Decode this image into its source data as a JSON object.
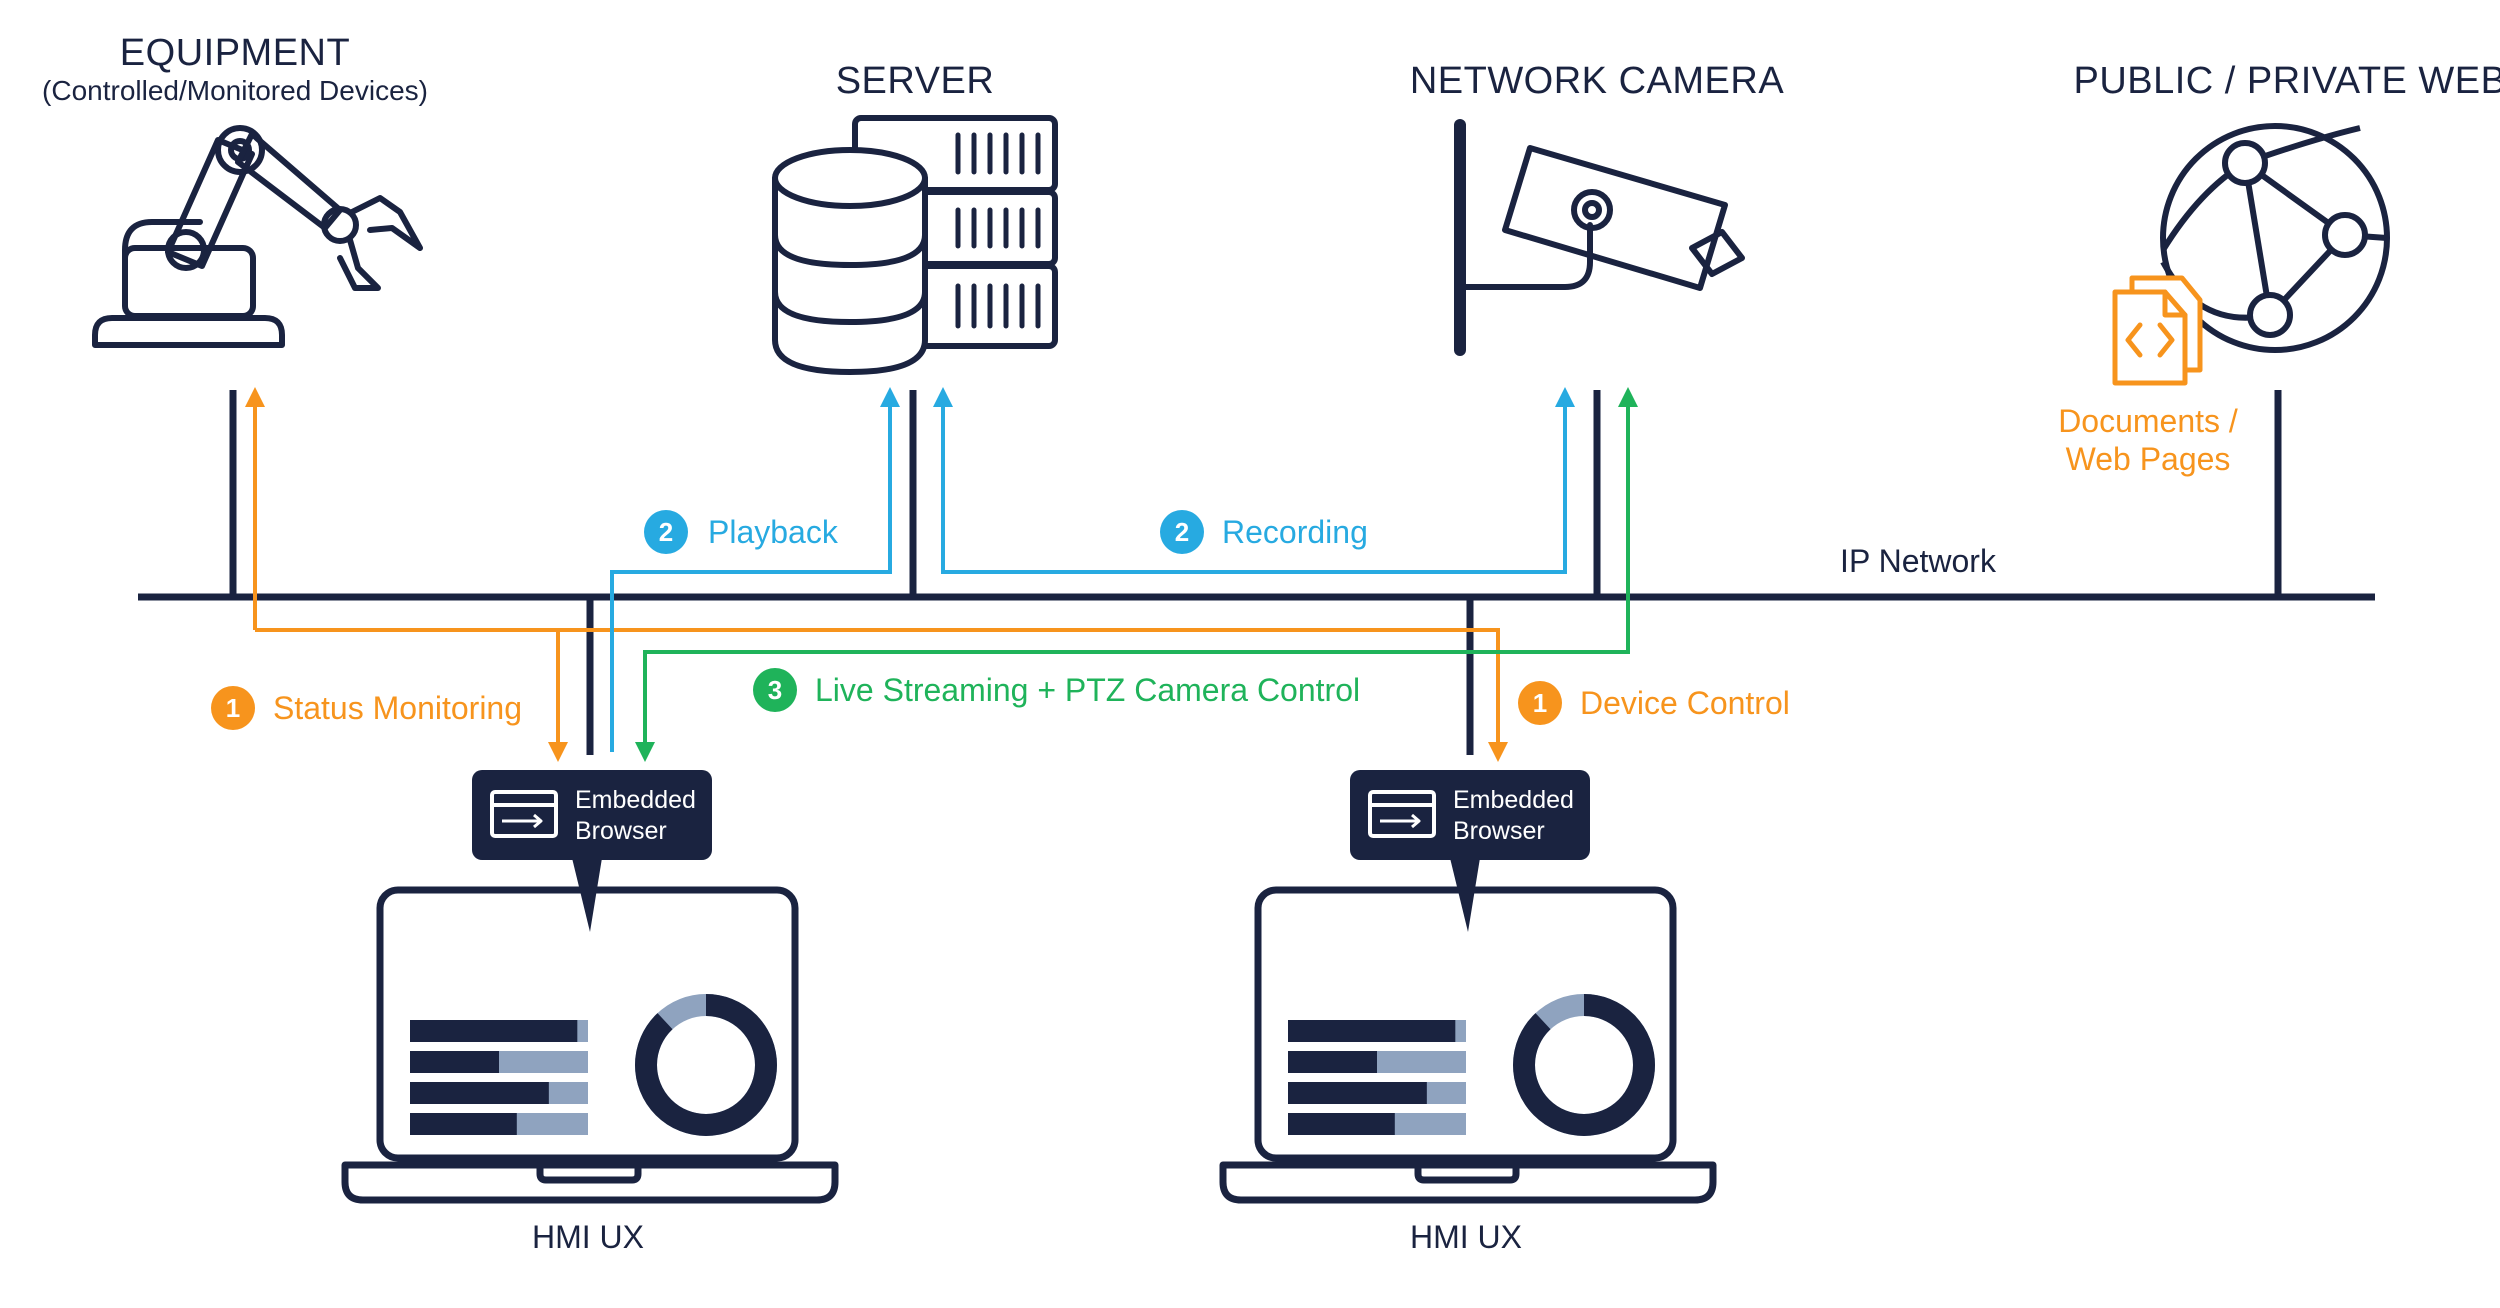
{
  "colors": {
    "navy": "#1a2340",
    "orange": "#f7941d",
    "blue": "#27aae1",
    "green": "#1fb35a",
    "light_bar": "#8fa3bf"
  },
  "nodes": {
    "equipment": {
      "title": "EQUIPMENT",
      "subtitle": "(Controlled/Monitored Devices)",
      "icon": "robot-arm-icon"
    },
    "server": {
      "title": "SERVER",
      "icon": "database-server-icon"
    },
    "camera": {
      "title": "NETWORK CAMERA",
      "icon": "network-camera-icon"
    },
    "web": {
      "title": "PUBLIC / PRIVATE WEB",
      "icon": "globe-network-icon"
    }
  },
  "documents": {
    "line1": "Documents /",
    "line2": "Web Pages",
    "icon": "code-document-icon"
  },
  "network": {
    "label": "IP Network"
  },
  "flows": {
    "playback": {
      "step": "2",
      "label": "Playback"
    },
    "recording": {
      "step": "2",
      "label": "Recording"
    },
    "status": {
      "step": "1",
      "label": "Status Monitoring"
    },
    "streaming": {
      "step": "3",
      "label": "Live Streaming + PTZ Camera Control"
    },
    "device": {
      "step": "1",
      "label": "Device Control"
    }
  },
  "clients": [
    {
      "bubble_line1": "Embedded",
      "bubble_line2": "Browser",
      "label": "HMI UX",
      "bar_levels": [
        0.94,
        0.5,
        0.78,
        0.6
      ],
      "donut_level": 0.88
    },
    {
      "bubble_line1": "Embedded",
      "bubble_line2": "Browser",
      "label": "HMI UX",
      "bar_levels": [
        0.94,
        0.5,
        0.78,
        0.6
      ],
      "donut_level": 0.88
    }
  ]
}
